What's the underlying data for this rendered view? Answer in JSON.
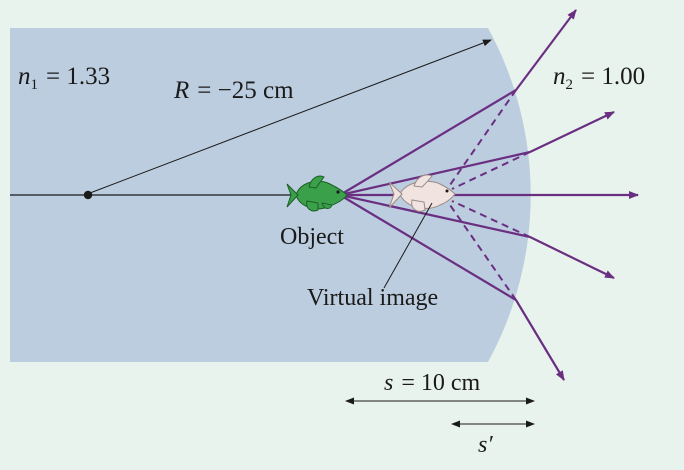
{
  "labels": {
    "n1": {
      "symbol": "n",
      "sub": "1",
      "value": "= 1.33"
    },
    "n2": {
      "symbol": "n",
      "sub": "2",
      "value": "= 1.00"
    },
    "radius": {
      "symbol": "R",
      "value": "= −25 cm"
    },
    "object": "Object",
    "virtual_image": "Virtual image",
    "s": {
      "symbol": "s",
      "value": "= 10 cm"
    },
    "s_prime": "s′"
  },
  "colors": {
    "background": "#e8f3ee",
    "water": "#bccddf",
    "ray": "#6b2f82",
    "axis": "#1a1a1a",
    "fish_object": "#3aa04a",
    "fish_image": "#f1e3e0"
  },
  "icons": {
    "object": "goldfish-icon",
    "image": "goldfish-icon"
  }
}
